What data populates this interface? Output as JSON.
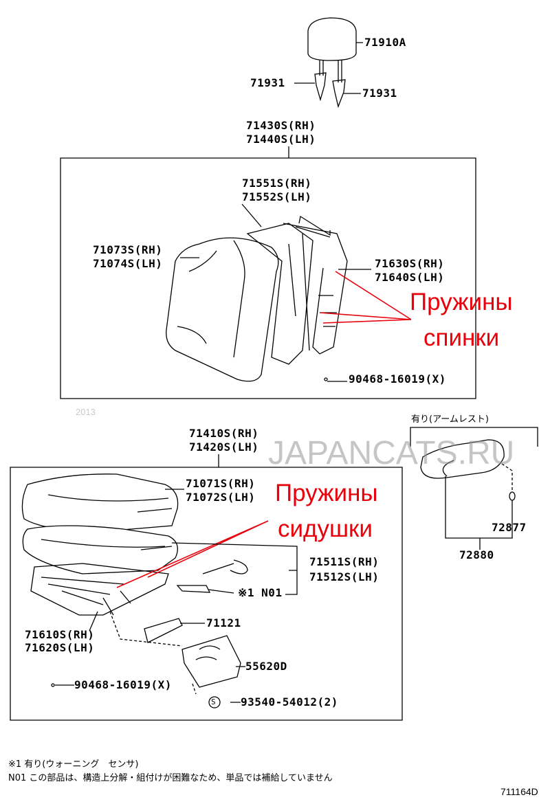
{
  "labels": {
    "headrest": "71910A",
    "support_left": "71931",
    "support_right": "71931",
    "back_assy_rh": "71430S(RH)",
    "back_assy_lh": "71440S(LH)",
    "back_pad_rh": "71551S(RH)",
    "back_pad_lh": "71552S(LH)",
    "back_cover_rh": "71073S(RH)",
    "back_cover_lh": "71074S(LH)",
    "back_frame_rh": "71630S(RH)",
    "back_frame_lh": "71640S(LH)",
    "back_hog_ring": "90468-16019(X)",
    "cushion_assy_rh": "71410S(RH)",
    "cushion_assy_lh": "71420S(LH)",
    "cushion_cover_rh": "71071S(RH)",
    "cushion_cover_lh": "71072S(LH)",
    "cushion_pad_rh": "71511S(RH)",
    "cushion_pad_lh": "71512S(LH)",
    "sensor_note": "※1 N01",
    "cushion_frame_rh": "71610S(RH)",
    "cushion_frame_lh": "71620S(LH)",
    "shield": "71121",
    "cup_holder": "55620D",
    "cushion_hog_ring": "90468-16019(X)",
    "screw_symbol": "S",
    "screw": "93540-54012(2)",
    "armrest_note": "有り(アームレスト)",
    "armrest_part": "72877",
    "armrest_assy": "72880"
  },
  "annotations": {
    "back_springs_1": "Пружины",
    "back_springs_2": "спинки",
    "seat_springs_1": "Пружины",
    "seat_springs_2": "сидушки",
    "annotation_color": "#e8000b"
  },
  "watermark": {
    "text": "JAPANCATS.RU",
    "year": "2013"
  },
  "footnotes": [
    "※1 有り(ウォーニング　センサ)",
    "N01 この部品は、構造上分解・組付けが困難なため、単品では補給していません"
  ],
  "diagram_id": "711164D"
}
